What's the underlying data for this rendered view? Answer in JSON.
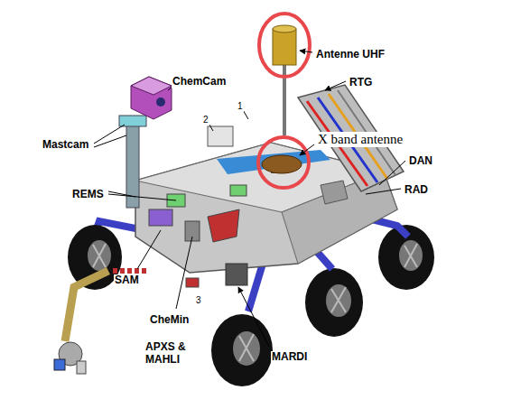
{
  "diagram": {
    "labels": [
      "Antenne UHF",
      "ChemCam",
      "RTG",
      "1",
      "2",
      "X band antenne",
      "Mastcam",
      "DAN",
      "RAD",
      "REMS",
      "SAM",
      "3",
      "CheMin",
      "APXS & MAHLI",
      "MARDI"
    ]
  }
}
